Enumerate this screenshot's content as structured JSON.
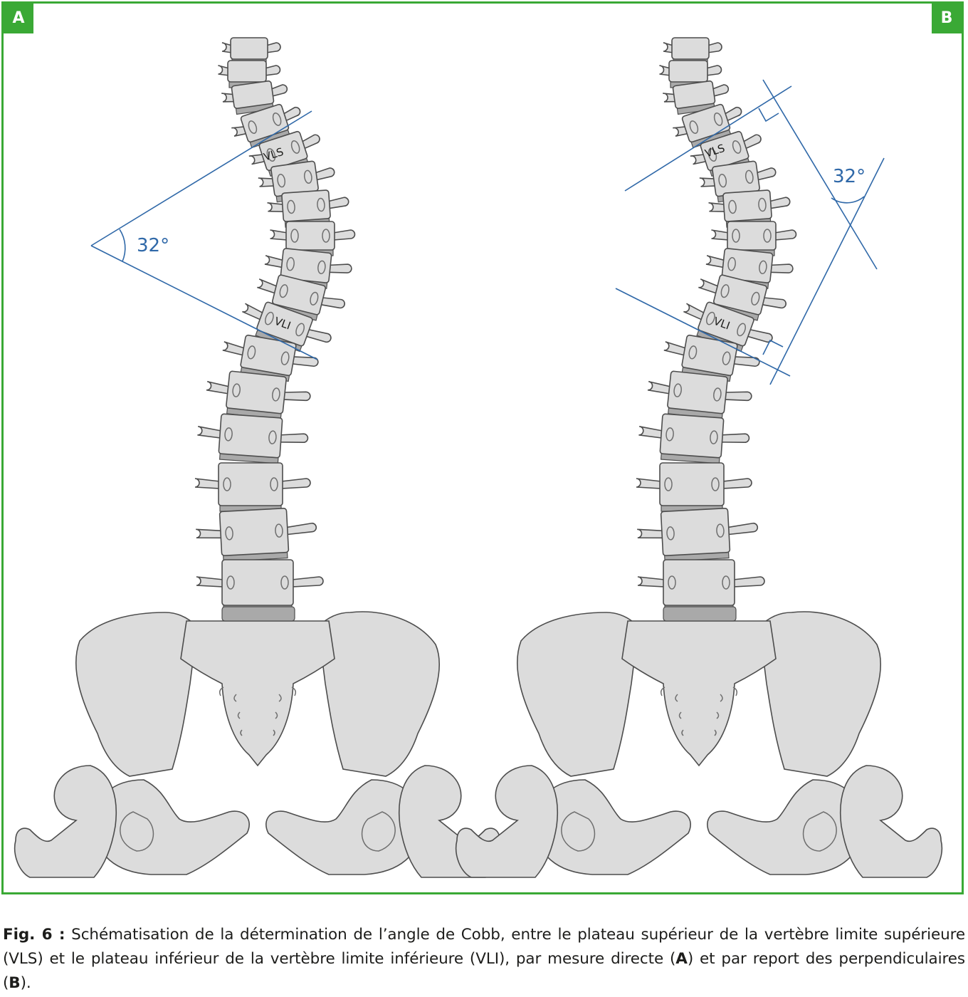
{
  "panels": [
    {
      "tag": "A",
      "angle_label": "32°",
      "upper_label": "VLS",
      "lower_label": "VLI"
    },
    {
      "tag": "B",
      "angle_label": "32°",
      "upper_label": "VLS",
      "lower_label": "VLI"
    }
  ],
  "caption": {
    "fig_label": "Fig. 6 :",
    "text_1": " Schématisation de la détermination de l’angle de Cobb, entre le plateau supérieur de la vertèbre limite supérieure (VLS) et le plateau inférieur de la vertèbre limite inférieure (VLI), par mesure directe (",
    "ref_a": "A",
    "text_2": ") et par report des perpendiculaires (",
    "ref_b": "B",
    "text_3": ")."
  },
  "colors": {
    "frame": "#3aa935",
    "measure_lines": "#2f68a8",
    "bone": "#dcdcdc"
  }
}
